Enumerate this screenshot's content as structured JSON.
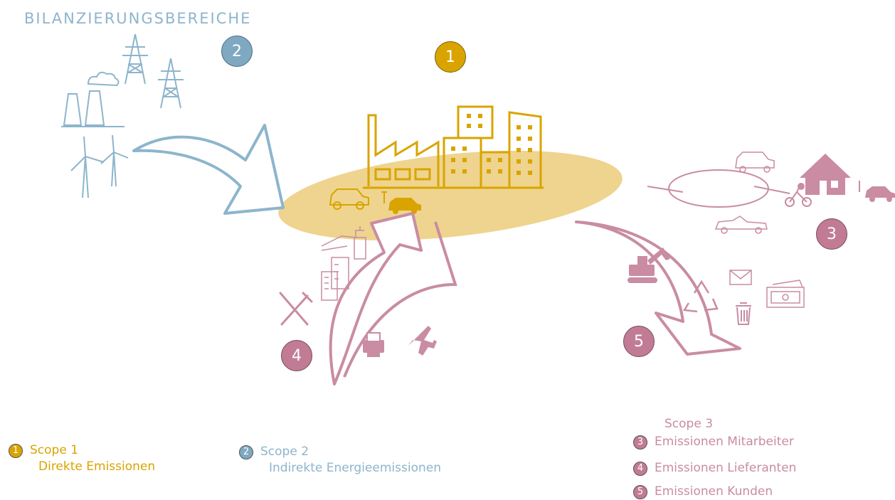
{
  "title": "BILANZIERUNGSBEREICHE",
  "colors": {
    "scope1": "#d9a400",
    "scope1_light": "#eed48e",
    "scope2": "#8db5cc",
    "scope2_badge": "#7fa8c1",
    "scope3": "#c98ca3",
    "scope3_badge": "#c17b95"
  },
  "badges": {
    "b1": "1",
    "b2": "2",
    "b3": "3",
    "b4": "4",
    "b5": "5"
  },
  "legend": {
    "scope1": {
      "num": "1",
      "title": "Scope 1",
      "desc": "Direkte Emissionen"
    },
    "scope2": {
      "num": "2",
      "title": "Scope 2",
      "desc": "Indirekte Energieemissionen"
    },
    "scope3": {
      "title": "Scope 3",
      "items": [
        {
          "num": "3",
          "label": "Emissionen Mitarbeiter"
        },
        {
          "num": "4",
          "label": "Emissionen Lieferanten"
        },
        {
          "num": "5",
          "label": "Emissionen Kunden"
        }
      ]
    }
  },
  "icons": [
    "power-plant-icon",
    "power-pylon-icon",
    "wind-turbine-icon",
    "factory-icon",
    "car-icon",
    "electric-car-icon",
    "house-icon",
    "bicycle-icon",
    "convertible-car-icon",
    "excavator-icon",
    "recycle-icon",
    "mail-icon",
    "trash-icon",
    "money-icon",
    "cutlery-icon",
    "printer-icon",
    "airplane-icon",
    "office-building-icon",
    "hand-soap-icon"
  ]
}
